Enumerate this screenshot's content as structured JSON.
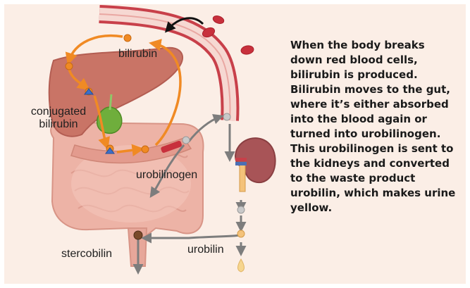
{
  "labels": {
    "bilirubin": "bilirubin",
    "conjugated_line1": "conjugated",
    "conjugated_line2": "bilirubin",
    "urobilinogen": "urobilinogen",
    "stercobilin": "stercobilin",
    "urobilin": "urobilin"
  },
  "caption": "When the body breaks down red blood cells, bilirubin is produced. Bilirubin moves to the gut, where it’s either absorbed into the blood again or turned into urobilinogen. This urobilinogen is sent to the kidneys and converted to the waste product urobilin, which makes urine yellow.",
  "colors": {
    "background": "#fbeee6",
    "bilirubin_arrow": "#f08a24",
    "grey_arrow": "#7d7d7d",
    "black_arrow": "#111111",
    "blood_vessel": "#c8404a",
    "liver": "#c97466",
    "gallbladder": "#6fae3c",
    "intestine": "#f2bcb0",
    "kidney": "#a85457",
    "urobilinogen_node": "#c9c9c9",
    "urobilin_node": "#f4c27a",
    "stercobilin_node": "#7a4a2a",
    "urine_drop": "#f6d58e"
  },
  "icons": [
    "red-blood-cell-icon",
    "liver-icon",
    "gallbladder-icon",
    "intestine-icon",
    "kidney-icon",
    "urine-drop-icon"
  ]
}
